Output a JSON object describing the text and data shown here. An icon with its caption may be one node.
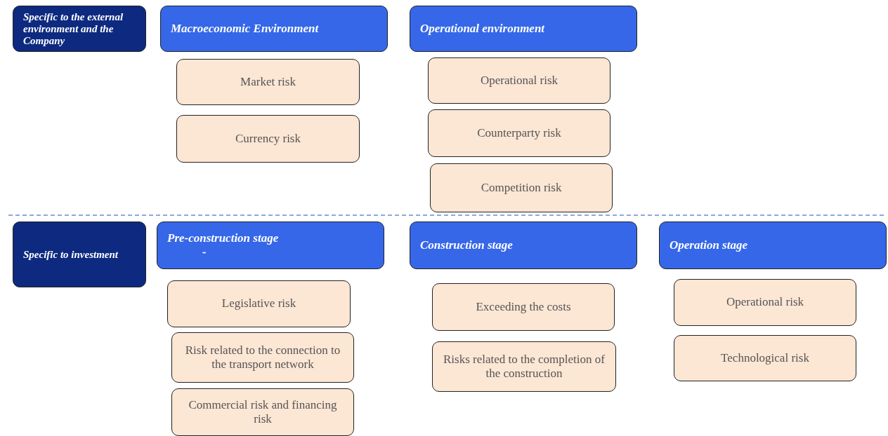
{
  "diagram": {
    "nodes": [
      {
        "text": [
          "Specific to the external environment and the Company"
        ]
      },
      {
        "text": [
          "Macroeconomic Environment"
        ]
      },
      {
        "text": [
          "Operational environment"
        ]
      },
      {
        "text": [
          "Market risk"
        ]
      },
      {
        "text": [
          "Currency risk"
        ]
      },
      {
        "text": [
          "Operational risk"
        ]
      },
      {
        "text": [
          "Counterparty risk"
        ]
      },
      {
        "text": [
          "Competition risk"
        ]
      },
      {
        "text": [
          "Specific to investment"
        ]
      },
      {
        "text": [
          "Pre-construction stage",
          "-"
        ]
      },
      {
        "text": [
          "Construction stage"
        ]
      },
      {
        "text": [
          "Operation stage"
        ]
      },
      {
        "text": [
          "Legislative risk"
        ]
      },
      {
        "text": [
          "Exceeding the costs"
        ]
      },
      {
        "text": [
          "Operational risk"
        ]
      },
      {
        "text": [
          "Risk related to the connection to the transport network"
        ]
      },
      {
        "text": [
          "Risks related to the completion of the construction"
        ]
      },
      {
        "text": [
          "Technological risk"
        ]
      },
      {
        "text": [
          "Commercial risk and financing risk"
        ]
      }
    ],
    "edges": []
  }
}
